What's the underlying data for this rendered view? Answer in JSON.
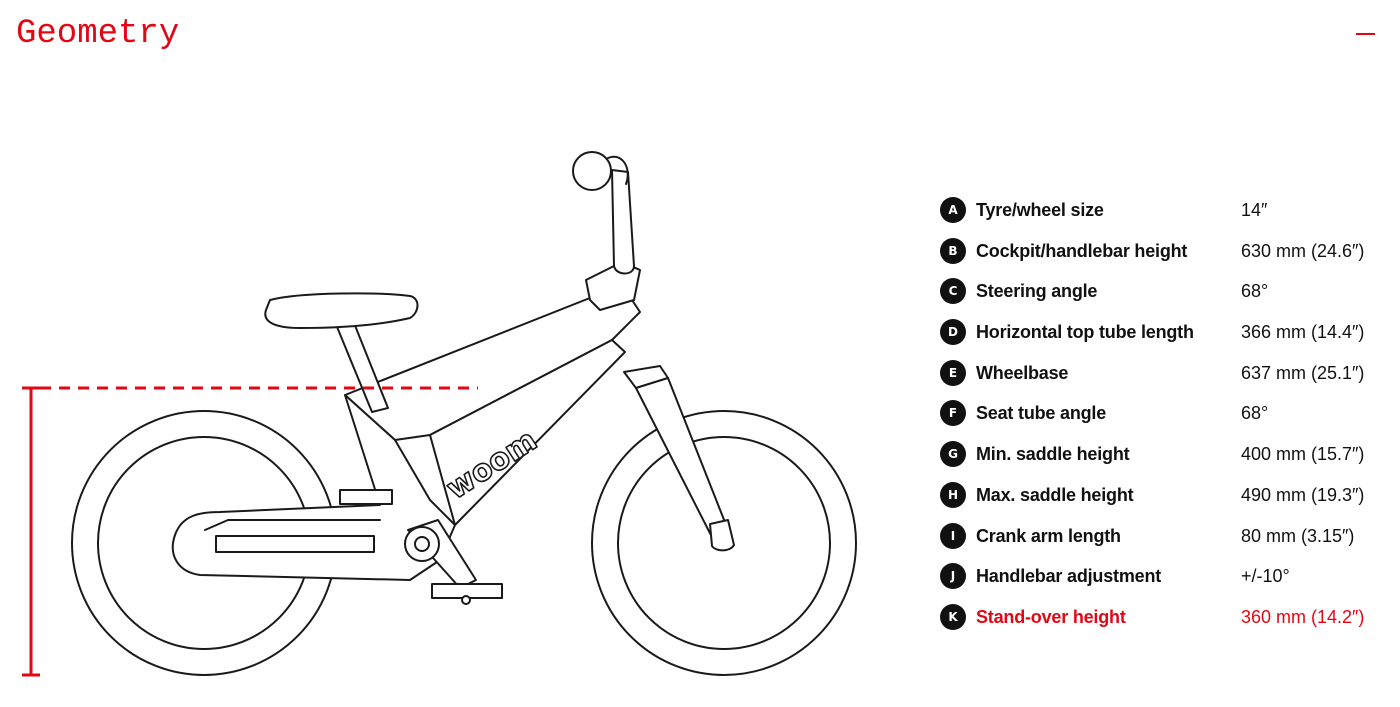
{
  "section": {
    "title": "Geometry",
    "collapse_icon": "minus-icon",
    "accent_color": "#e30613"
  },
  "diagram": {
    "brand_logo": "woom",
    "highlighted_measurement": "K"
  },
  "specs": [
    {
      "letter": "A",
      "label": "Tyre/wheel size",
      "value": "14″"
    },
    {
      "letter": "B",
      "label": "Cockpit/handlebar height",
      "value": "630 mm (24.6″)"
    },
    {
      "letter": "C",
      "label": "Steering angle",
      "value": "68°"
    },
    {
      "letter": "D",
      "label": "Horizontal top tube length",
      "value": "366 mm (14.4″)"
    },
    {
      "letter": "E",
      "label": "Wheelbase",
      "value": "637 mm (25.1″)"
    },
    {
      "letter": "F",
      "label": "Seat tube angle",
      "value": "68°"
    },
    {
      "letter": "G",
      "label": "Min. saddle height",
      "value": "400 mm (15.7″)"
    },
    {
      "letter": "H",
      "label": "Max. saddle height",
      "value": "490 mm (19.3″)"
    },
    {
      "letter": "I",
      "label": "Crank arm length",
      "value": "80 mm (3.15″)"
    },
    {
      "letter": "J",
      "label": "Handlebar adjustment",
      "value": "+/-10°"
    },
    {
      "letter": "K",
      "label": "Stand-over height",
      "value": "360 mm (14.2″)",
      "highlighted": true
    }
  ]
}
